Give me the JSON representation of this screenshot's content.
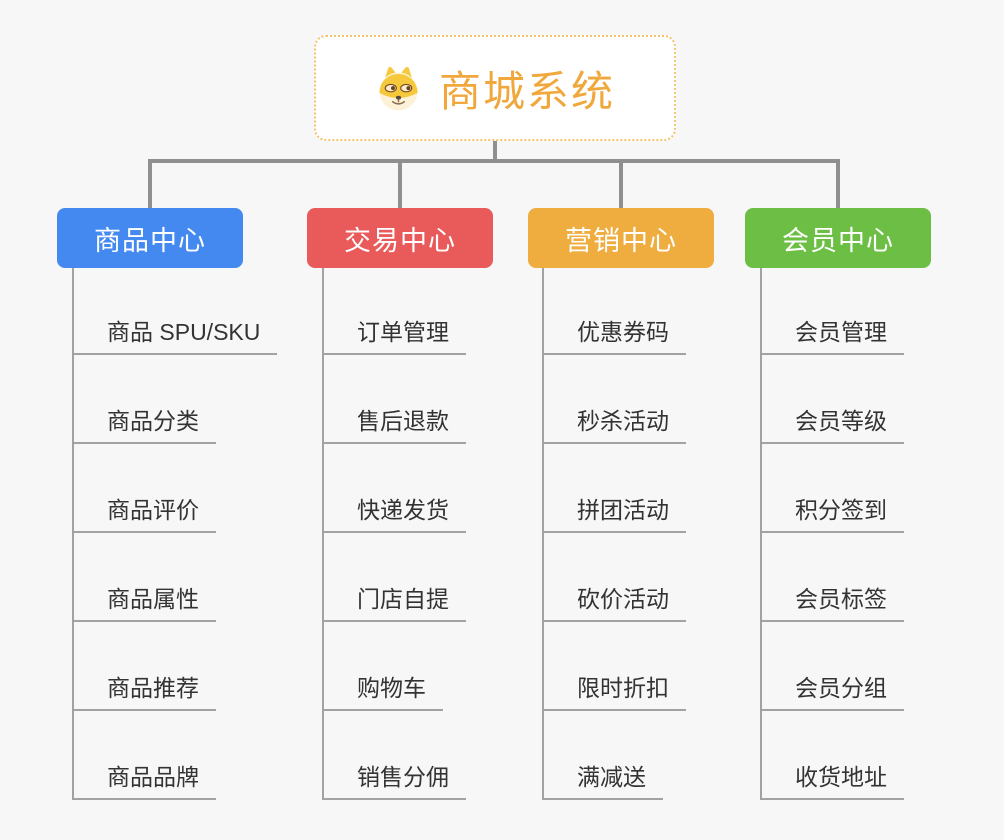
{
  "root": {
    "title": "商城系统",
    "icon": "dog-icon"
  },
  "branches": [
    {
      "label": "商品中心",
      "color": "#4489f0",
      "children": [
        "商品 SPU/SKU",
        "商品分类",
        "商品评价",
        "商品属性",
        "商品推荐",
        "商品品牌"
      ]
    },
    {
      "label": "交易中心",
      "color": "#e95a5a",
      "children": [
        "订单管理",
        "售后退款",
        "快递发货",
        "门店自提",
        "购物车",
        "销售分佣"
      ]
    },
    {
      "label": "营销中心",
      "color": "#efad40",
      "children": [
        "优惠券码",
        "秒杀活动",
        "拼团活动",
        "砍价活动",
        "限时折扣",
        "满减送"
      ]
    },
    {
      "label": "会员中心",
      "color": "#6cbe45",
      "children": [
        "会员管理",
        "会员等级",
        "积分签到",
        "会员标签",
        "会员分组",
        "收货地址"
      ]
    }
  ],
  "colors": {
    "root_accent": "#f0a73c",
    "root_border": "#f3c36b",
    "connector_line": "#8f8f8f",
    "leaf_line": "#a2a2a2",
    "background": "#f7f7f7"
  }
}
